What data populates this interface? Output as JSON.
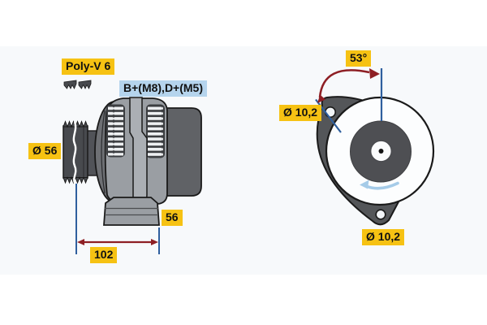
{
  "figure": {
    "type": "alternator technical drawing, side view and rear view"
  },
  "labels": {
    "belt_type": "Poly-V 6",
    "terminals": "B+(M8),D+(M5)",
    "pulley_diameter": "Ø 56",
    "rear_length": "56",
    "overall_length": "102",
    "mounting_angle": "53°",
    "mounting_hole_top": "Ø 10,2",
    "mounting_hole_bottom": "Ø 10,2"
  },
  "colors": {
    "panel_bg": "#f7f9fb",
    "yellow_label_bg": "#f6c213",
    "blue_label_bg": "#b5d4ed",
    "label_text": "#111111",
    "outline": "#1a1a1a",
    "body_gray": "#9a9ea3",
    "bracket_gray": "#6e7074",
    "ridge_gray": "#abafb4",
    "pulley_gray": "#484a4e",
    "rear_gray": "#606266",
    "flange_gray": "#545659",
    "inner_circle_gray": "#4e4f53",
    "vent_backdrop": "#3b3d40",
    "vent_slat": "#eef0f2",
    "dimension_blue": "#2f5f9e",
    "dimension_red": "#8e1f24",
    "rotation_arrow_blue": "#a5cbe8"
  }
}
